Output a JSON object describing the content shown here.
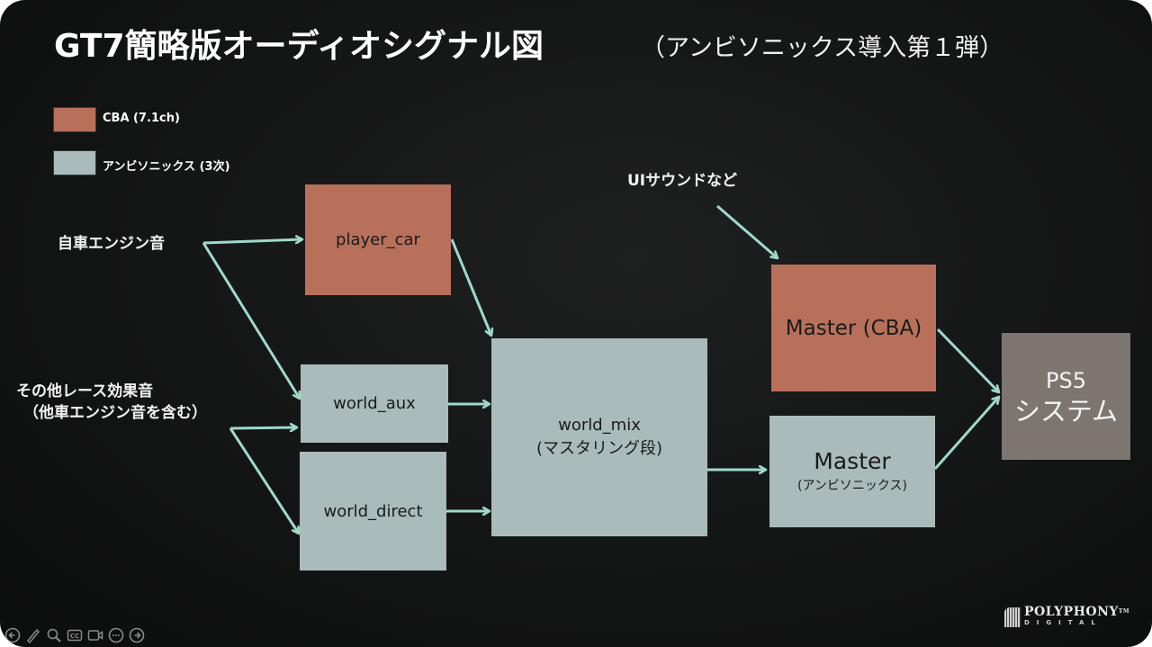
{
  "title": {
    "main": "GT7簡略版オーディオシグナル図",
    "sub": "（アンビソニックス導入第１弾）"
  },
  "legend": [
    {
      "label": "CBA (7.1ch)",
      "color": "#b8705a"
    },
    {
      "label": "アンビソニックス (3次)",
      "color": "#a9bbbb"
    }
  ],
  "sources": {
    "own_engine": "自車エンジン音",
    "other_effects_line1": "その他レース効果音",
    "other_effects_line2": "（他車エンジン音を含む）",
    "ui_sound": "UIサウンドなど"
  },
  "nodes": {
    "player_car": {
      "label": "player_car",
      "type": "CBA"
    },
    "world_aux": {
      "label": "world_aux",
      "type": "Ambisonics"
    },
    "world_direct": {
      "label": "world_direct",
      "type": "Ambisonics"
    },
    "world_mix": {
      "label": "world_mix",
      "sublabel": "(マスタリング段)",
      "type": "Ambisonics"
    },
    "master_cba": {
      "label": "Master (CBA)",
      "type": "CBA"
    },
    "master_amb": {
      "label": "Master",
      "sublabel": "(アンビソニックス)",
      "type": "Ambisonics"
    },
    "ps5": {
      "label": "PS5",
      "sublabel": "システム",
      "type": "System"
    }
  },
  "edges": [
    [
      "own_engine",
      "player_car"
    ],
    [
      "own_engine",
      "world_aux"
    ],
    [
      "other_effects",
      "world_aux"
    ],
    [
      "other_effects",
      "world_direct"
    ],
    [
      "player_car",
      "world_mix"
    ],
    [
      "world_aux",
      "world_mix"
    ],
    [
      "world_direct",
      "world_mix"
    ],
    [
      "world_mix",
      "master_amb"
    ],
    [
      "ui_sound",
      "master_cba"
    ],
    [
      "master_cba",
      "ps5"
    ],
    [
      "master_amb",
      "ps5"
    ]
  ],
  "colors": {
    "cba": "#b8705a",
    "ambisonics": "#a9bbbb",
    "system": "#7d7570",
    "arrow": "#9fd9cc"
  },
  "toolbar": [
    {
      "icon": "prev-slide-icon"
    },
    {
      "icon": "pen-icon"
    },
    {
      "icon": "zoom-icon"
    },
    {
      "icon": "captions-icon"
    },
    {
      "icon": "camera-icon"
    },
    {
      "icon": "more-icon"
    },
    {
      "icon": "next-slide-icon"
    }
  ],
  "logo": {
    "main": "POLYPHONY",
    "tm": "TM",
    "sub": "DIGITAL"
  }
}
